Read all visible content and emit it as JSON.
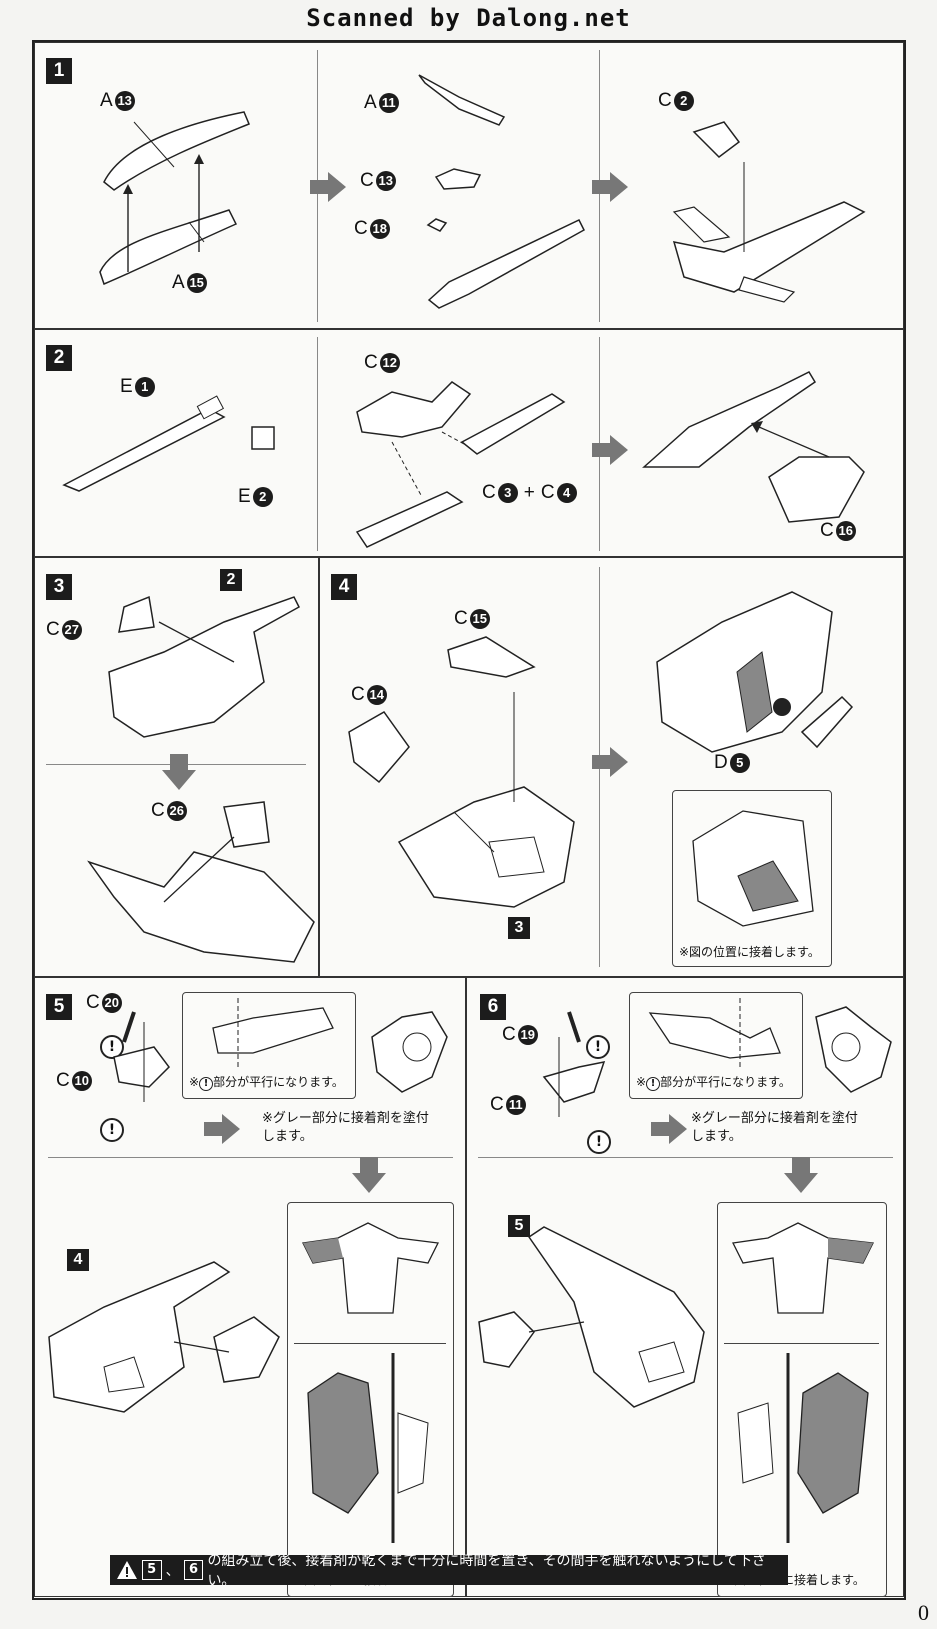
{
  "header": "Scanned by Dalong.net",
  "steps": {
    "s1": {
      "num": "1",
      "a13": "A",
      "a13n": "13",
      "a15": "A",
      "a15n": "15",
      "a11": "A",
      "a11n": "11",
      "c13": "C",
      "c13n": "13",
      "c18": "C",
      "c18n": "18",
      "c2": "C",
      "c2n": "2"
    },
    "s2": {
      "num": "2",
      "e1": "E",
      "e1n": "1",
      "e2": "E",
      "e2n": "2",
      "c12": "C",
      "c12n": "12",
      "c3": "C",
      "c3n": "3",
      "plus": "+",
      "c4": "C",
      "c4n": "4",
      "c16": "C",
      "c16n": "16"
    },
    "s3": {
      "num": "3",
      "ref2": "2",
      "c27": "C",
      "c27n": "27",
      "c26": "C",
      "c26n": "26"
    },
    "s4": {
      "num": "4",
      "c15": "C",
      "c15n": "15",
      "c14": "C",
      "c14n": "14",
      "ref3": "3",
      "d5": "D",
      "d5n": "5",
      "inset_note": "※図の位置に接着します。"
    },
    "s5": {
      "num": "5",
      "c20": "C",
      "c20n": "20",
      "c10": "C",
      "c10n": "10",
      "excl": "!",
      "parallel_note_pre": "※",
      "parallel_note_post": "部分が平行になります。",
      "gray_note": "※グレー部分に接着剤を塗付\nします。",
      "ref4": "4",
      "inset_note": "※図の位置に接着します。"
    },
    "s6": {
      "num": "6",
      "c19": "C",
      "c19n": "19",
      "c11": "C",
      "c11n": "11",
      "excl": "!",
      "parallel_note_pre": "※",
      "parallel_note_post": "部分が平行になります。",
      "gray_note": "※グレー部分に接着剤を塗付\nします。",
      "ref5": "5",
      "inset_note": "※図の位置に接着します。"
    }
  },
  "warning": {
    "n1": "5",
    "sep": "、",
    "n2": "6",
    "text": "の組み立て後、接着剤が乾くまで十分に時間を置き、その間手を触れないようにして下さい。"
  },
  "page_number": "0"
}
